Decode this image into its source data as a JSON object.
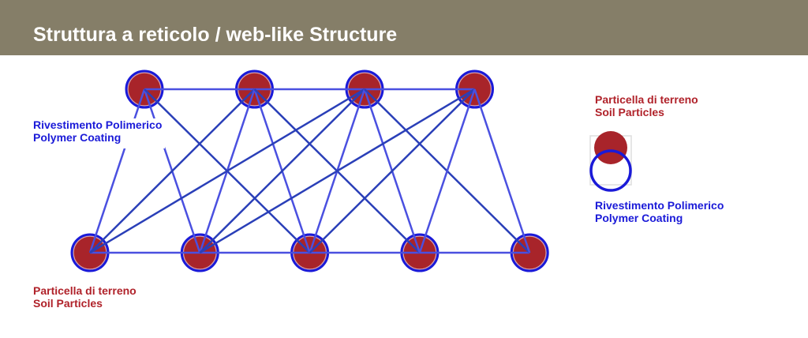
{
  "header": {
    "title": "Struttura a reticolo / web-like Structure"
  },
  "labels": {
    "coating_it": "Rivestimento Polimerico",
    "coating_en": "Polymer Coating",
    "soil_it": "Particella di terreno",
    "soil_en": "Soil Particles"
  },
  "legend": {
    "soil_it": "Particella di terreno",
    "soil_en": "Soil Particles",
    "coating_it": "Rivestimento Polimerico",
    "coating_en": "Polymer Coating"
  },
  "colors": {
    "header": "#857e68",
    "particle": "#a8242a",
    "coating": "#1a1ad8",
    "line": "#2a3fb8"
  },
  "network": {
    "top_nodes": 4,
    "bottom_nodes": 5,
    "links": [
      [
        0,
        0
      ],
      [
        0,
        1
      ],
      [
        0,
        2
      ],
      [
        1,
        0
      ],
      [
        1,
        1
      ],
      [
        1,
        2
      ],
      [
        1,
        3
      ],
      [
        2,
        0
      ],
      [
        2,
        1
      ],
      [
        2,
        2
      ],
      [
        2,
        3
      ],
      [
        2,
        4
      ],
      [
        3,
        1
      ],
      [
        3,
        2
      ],
      [
        3,
        3
      ],
      [
        3,
        4
      ]
    ]
  }
}
